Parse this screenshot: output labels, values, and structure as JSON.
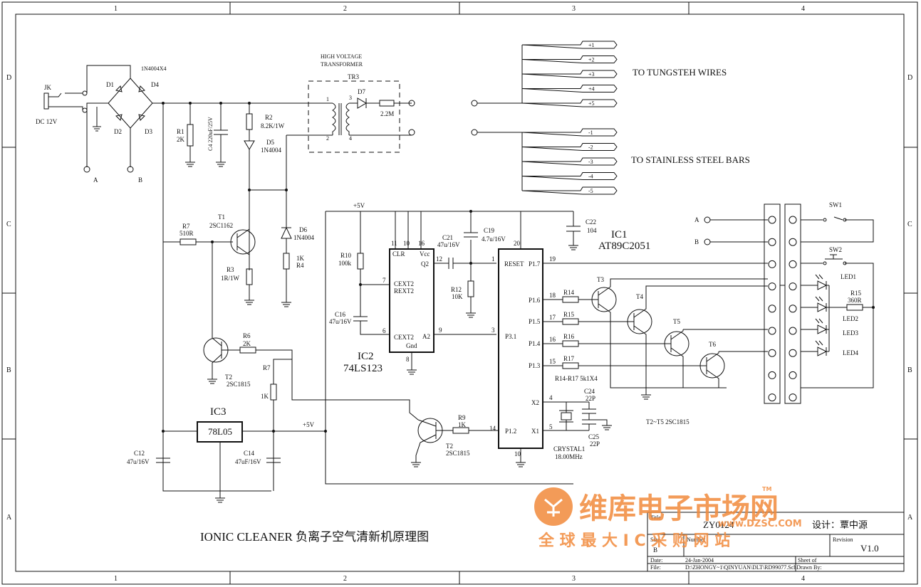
{
  "frame": {
    "col_labels": [
      "1",
      "2",
      "3",
      "4"
    ],
    "row_labels": [
      "D",
      "C",
      "B",
      "A"
    ]
  },
  "labels": {
    "jk": "JK",
    "dc": "DC 12V",
    "bridge": "1N4004X4",
    "d1": "D1",
    "d2": "D2",
    "d3": "D3",
    "d4": "D4",
    "a_term": "A",
    "b_term": "B",
    "r1": "R1",
    "r1v": "2K",
    "c4": "C4 220uF/25V",
    "r2": "R2",
    "r2v": "8.2K/1W",
    "d5": "D5",
    "d5v": "1N4004",
    "hv1": "HIGH VOLTAGE",
    "hv2": "TRANSFORMER",
    "tr3": "TR3",
    "p1": "1",
    "p2": "2",
    "p3": "3",
    "p4": "4",
    "d7": "D7",
    "r22m": "2.2M",
    "r7a": "R7",
    "r7av": "510R",
    "t1": "T1",
    "t1v": "2SC1162",
    "r3": "R3",
    "r3v": "1R/1W",
    "d6": "D6",
    "d6v": "1N4004",
    "r4a": "1K",
    "r4b": "R4",
    "t2a": "T2",
    "t2av": "2SC1815",
    "r6": "R6",
    "r6v": "2K",
    "r7b": "R7",
    "r7bv": "1K",
    "ic3": "IC3",
    "ic3v": "78L05",
    "plus5a": "+5V",
    "plus5b": "+5V",
    "c12": "C12",
    "c12v": "47u/16V",
    "c14": "C14",
    "c14v": "47uF/16V",
    "r10": "R10",
    "r10v": "100k",
    "c16": "C16",
    "c16v": "47u/16V",
    "ic2": "IC2",
    "ic2v": "74LS123",
    "clr": "CLR",
    "vcc": "Vcc",
    "q2": "Q2",
    "cext2a": "CEXT2",
    "rext2": "REXT2",
    "cext2b": "CEXT2",
    "a2": "A2",
    "gnd": "Gnd",
    "n11": "11",
    "n10": "10",
    "n16": "16",
    "n12": "12",
    "n7": "7",
    "n6": "6",
    "n9": "9",
    "n8": "8",
    "c21": "C21",
    "c21v": "47u/16V",
    "c19": "C19",
    "c19v": "4.7u/16V",
    "r12": "R12",
    "r12v": "10K",
    "c22": "C22",
    "c22v": "104",
    "ic1": "IC1",
    "ic1v": "AT89C2051",
    "reset": "RESET",
    "p17": "P1.7",
    "p16": "P1.6",
    "p15": "P1.5",
    "p14": "P1.4",
    "p13": "P1.3",
    "p31": "P3.1",
    "p12": "P1.2",
    "x2": "X2",
    "x1": "X1",
    "n20": "20",
    "n1": "1",
    "n19": "19",
    "n18": "18",
    "n17": "17",
    "n16b": "16",
    "n15": "15",
    "n3": "3",
    "n14": "14",
    "n4": "4",
    "n5": "5",
    "n10b": "10",
    "r14": "R14",
    "r15": "R15",
    "r16": "R16",
    "r17": "R17",
    "r14note": "R14-R17 5k1X4",
    "t3": "T3",
    "t4": "T4",
    "t5": "T5",
    "t6": "T6",
    "t2b": "T2",
    "t2bv": "2SC1815",
    "r9": "R9",
    "r9v": "1K",
    "c24": "C24",
    "c24v": "22P",
    "c25": "C25",
    "c25v": "22P",
    "crystal": "CRYSTAL1",
    "crystalv": "18.00MHz",
    "t2t5": "T2~T5  2SC1815",
    "sw1": "SW1",
    "sw2": "SW2",
    "led1": "LED1",
    "led2": "LED2",
    "led3": "LED3",
    "led4": "LED4",
    "r15b": "R15",
    "r15bv": "360R",
    "a_in": "A",
    "b_in": "B",
    "tungsten": "TO TUNGSTEH WIRES",
    "steel": "TO STAINLESS STEEL BARS",
    "plus_ports": [
      "+1",
      "+2",
      "+3",
      "+4",
      "+5"
    ],
    "minus_ports": [
      "-1",
      "-2",
      "-3",
      "-4",
      "-5"
    ]
  },
  "title_block": {
    "main_title": "IONIC CLEANER  负离子空气清新机原理图",
    "title_label": "Title",
    "title_value": "ZY0124",
    "designer": "设计：覃中源",
    "size_label": "Size",
    "size_value": "B",
    "number_label": "Number",
    "revision_label": "Revision",
    "revision_value": "V1.0",
    "date_label": "Date:",
    "date_value": "24-Jan-2004",
    "sheet_label": "Sheet    of",
    "file_label": "File:",
    "file_value": "D:\\ZHONGY~1\\QINYUAN\\DLT\\RD99077.SchDrawn By:"
  },
  "watermark": {
    "brand": "维库电子市场网",
    "tm": "TM",
    "url": "www.DZSC.COM",
    "slogan": "全 球 最 大 I C 采 购 网 站"
  }
}
